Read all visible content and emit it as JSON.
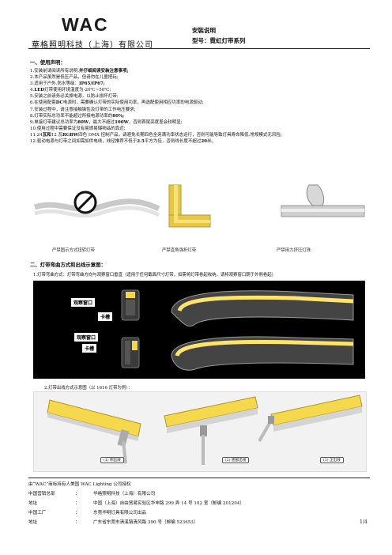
{
  "header": {
    "logo": "WAC",
    "company": "華格照明科技（上海）有限公司",
    "doc_title": "安裝说明",
    "model": "型号：霓虹灯带系列"
  },
  "section1": {
    "title": "一、使用声明：",
    "items": [
      {
        "prefix": "1.安装前请阅读所有说明.",
        "bold": "并仔细阅读安装注意事项;"
      },
      {
        "prefix": "2.本产品虽然是低压产品，但请勿在儿童把玩;",
        "bold": ""
      },
      {
        "prefix": "3.适用于户外.防水等级：",
        "bold": "IP65/IP67;"
      },
      {
        "prefix": "4.",
        "bold": "LED",
        "suffix": "灯带使用环境温度为-20℃~50℃;"
      },
      {
        "prefix": "5.安装之前请务必关掉电源，以防止损坏灯带;",
        "bold": ""
      },
      {
        "prefix": "6.在使用配套",
        "bold": "DC",
        "suffix": "电源时，需要确认灯带的实际使用功率，再选配使用相应功率的电源驱动;"
      },
      {
        "prefix": "7.安装过程中，请注意接触锋性及灯带的工作电压要求;",
        "bold": ""
      },
      {
        "prefix": "8.灯带实际总功率不能超过所接电源功率的",
        "bold": "80%;"
      },
      {
        "prefix": "9.单接灯带建议总功率为",
        "bold": "80W",
        "suffix": "，最大不超过",
        "bold2": "100W",
        "suffix2": "，否则首尾亮度差会较明显;"
      },
      {
        "prefix": "10.使用过程中需要保证没有易燃易爆物品的靠近;",
        "bold": ""
      },
      {
        "prefix": "11.24",
        "bold": "瓦和",
        "suffix": "12 瓦",
        "bold2": "RGBW",
        "suffix2": "四色 DMX 控制产品，请避免长期四色全亮满功率状态运行，否则可能导致灯具寿命降低.常规模式无风险;"
      },
      {
        "prefix": "12.驱动电源与灯带之间如需加供电线，线径推荐不低于",
        "bold": "2.5",
        "suffix": "平方为佳，否则线长度不超过",
        "bold2": "20",
        "suffix2": "米。"
      }
    ]
  },
  "illustrations": {
    "captions": [
      "严禁图示方式扭转灯带",
      "严禁直角强折灯带",
      "严禁用力挤压灯珠"
    ]
  },
  "section2": {
    "title": "二、灯带弯曲方式和出线示意图：",
    "item1": "1.灯带弯曲方式：灯带弯曲方向与观察窗口垂直（适用于任何截面尺寸灯带，如需将灯带卷起收纳，请将观察窗口朝于外侧卷起）",
    "label_window": "观察窗口",
    "label_groove": "卡槽",
    "item2": "2.灯带出线方式示意图（以 1616 灯带为例）：",
    "strip_captions": [
      "(1) 侧出线",
      "(2) 底部出线",
      "(3) 正出线"
    ]
  },
  "footer": {
    "trademark": "由“WAC”商标持有人美国 WAC Lighting 公司授权",
    "rows": [
      {
        "label": "中国营销总部",
        "sep": "：",
        "value": "华格照明科技（上海）有限公司"
      },
      {
        "label": "地址",
        "sep": "：",
        "value": "中国（上海）自由贸易实验区华申路 299 弄 14 号 102 室（邮编 201204）"
      },
      {
        "label": "中国工厂",
        "sep": "：",
        "value": "东莞华明灯具有限公司出品"
      },
      {
        "label": "地址",
        "sep": "：",
        "value": "广东省东莞市清溪镇清风路 390 号（邮编 523653）"
      }
    ],
    "page": "1/4"
  }
}
